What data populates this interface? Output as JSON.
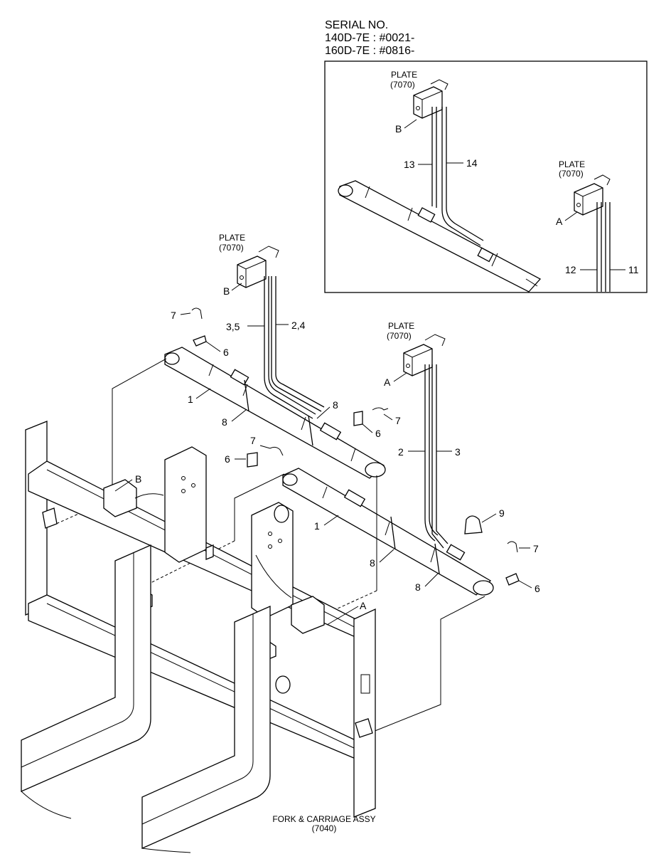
{
  "serial": {
    "title": "SERIAL NO.",
    "line1": "140D-7E : #0021-",
    "line2": "160D-7E : #0816-"
  },
  "plate_label": "PLATE",
  "plate_code": "(7070)",
  "detail_callouts": {
    "b": "B",
    "a": "A",
    "p13": "13",
    "p14": "14",
    "p12": "12",
    "p11": "11"
  },
  "main_callouts": {
    "p7a": "7",
    "p6a": "6",
    "p35": "3,5",
    "p24": "2,4",
    "b": "B",
    "p1a": "1",
    "p8a": "8",
    "p8b": "8",
    "p7b": "7",
    "p6b": "6",
    "a": "A",
    "p7c": "7",
    "p6c": "6",
    "p2": "2",
    "p3": "3",
    "p1b": "1",
    "p9": "9",
    "p8c": "8",
    "p8d": "8",
    "p7d": "7",
    "p6d": "6",
    "fork_b": "B",
    "fork_a": "A"
  },
  "footer": {
    "line1": "FORK & CARRIAGE ASSY",
    "line2": "(7040)"
  }
}
